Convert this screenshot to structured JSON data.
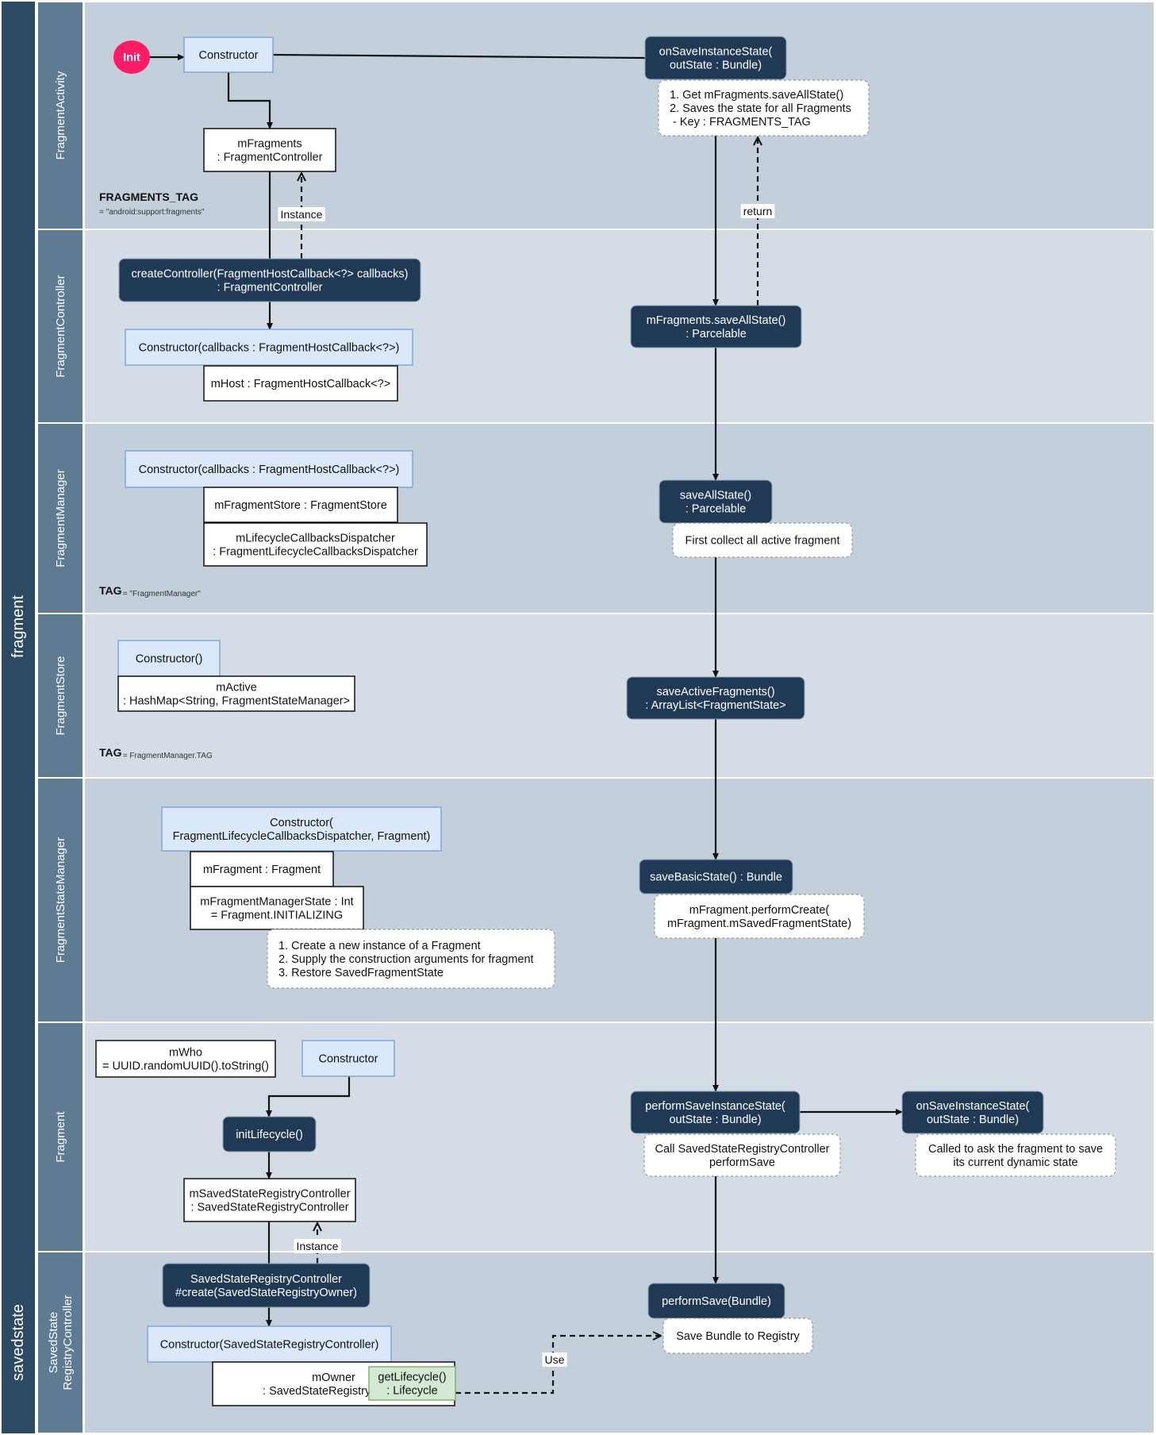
{
  "groups": [
    {
      "id": "fragment",
      "label": "fragment"
    },
    {
      "id": "savedstate",
      "label": "savedstate"
    }
  ],
  "lanes": [
    {
      "id": "fa",
      "label": [
        "FragmentActivity"
      ]
    },
    {
      "id": "fc",
      "label": [
        "FragmentController"
      ]
    },
    {
      "id": "fm",
      "label": [
        "FragmentManager"
      ]
    },
    {
      "id": "fs",
      "label": [
        "FragmentStore"
      ]
    },
    {
      "id": "fsm",
      "label": [
        "FragmentStateManager"
      ]
    },
    {
      "id": "fr",
      "label": [
        "Fragment"
      ]
    },
    {
      "id": "ssrc",
      "label": [
        "SavedState",
        "RegistryController"
      ]
    }
  ],
  "tags": [
    {
      "id": "tag-fa",
      "name": "FRAGMENTS_TAG",
      "value": "= \"android:support:fragments\""
    },
    {
      "id": "tag-fm",
      "name": "TAG",
      "value": "= \"FragmentManager\""
    },
    {
      "id": "tag-fs",
      "name": "TAG",
      "value": "= FragmentManager.TAG"
    }
  ],
  "nodes": [
    {
      "id": "init",
      "style": "init",
      "lines": [
        "Init"
      ]
    },
    {
      "id": "fa-ctor",
      "style": "ctor",
      "lines": [
        "Constructor"
      ]
    },
    {
      "id": "fa-mfragments",
      "style": "field",
      "lines": [
        "mFragments",
        ": FragmentController"
      ]
    },
    {
      "id": "fa-onsave",
      "style": "method",
      "lines": [
        "onSaveInstanceState(",
        "outState : Bundle)"
      ]
    },
    {
      "id": "fa-note",
      "style": "note",
      "align": "start",
      "lines": [
        "1. Get mFragments.saveAllState()",
        "2. Saves the state for all Fragments",
        "    - Key : FRAGMENTS_TAG"
      ]
    },
    {
      "id": "fc-create",
      "style": "method",
      "lines": [
        "createController(FragmentHostCallback<?> callbacks)",
        ": FragmentController"
      ]
    },
    {
      "id": "fc-ctor",
      "style": "ctor",
      "lines": [
        "Constructor(callbacks : FragmentHostCallback<?>)"
      ]
    },
    {
      "id": "fc-mhost",
      "style": "field",
      "lines": [
        "mHost : FragmentHostCallback<?>"
      ]
    },
    {
      "id": "fc-saveall",
      "style": "method",
      "lines": [
        "mFragments.saveAllState()",
        ": Parcelable"
      ]
    },
    {
      "id": "fm-ctor",
      "style": "ctor",
      "lines": [
        "Constructor(callbacks : FragmentHostCallback<?>)"
      ]
    },
    {
      "id": "fm-store",
      "style": "field",
      "lines": [
        "mFragmentStore : FragmentStore"
      ]
    },
    {
      "id": "fm-dispatcher",
      "style": "field",
      "lines": [
        "mLifecycleCallbacksDispatcher",
        ": FragmentLifecycleCallbacksDispatcher"
      ]
    },
    {
      "id": "fm-saveall",
      "style": "method",
      "lines": [
        "saveAllState()",
        ": Parcelable"
      ]
    },
    {
      "id": "fm-note",
      "style": "note",
      "lines": [
        "First collect all active fragment"
      ]
    },
    {
      "id": "fs-ctor",
      "style": "ctor",
      "lines": [
        "Constructor()"
      ]
    },
    {
      "id": "fs-mactive",
      "style": "field",
      "lines": [
        "mActive",
        ": HashMap<String, FragmentStateManager>"
      ]
    },
    {
      "id": "fs-saveactive",
      "style": "method",
      "lines": [
        "saveActiveFragments()",
        ": ArrayList<FragmentState>"
      ]
    },
    {
      "id": "fsm-ctor",
      "style": "ctor",
      "lines": [
        "Constructor(",
        "FragmentLifecycleCallbacksDispatcher, Fragment)"
      ]
    },
    {
      "id": "fsm-mfragment",
      "style": "field",
      "lines": [
        "mFragment : Fragment"
      ]
    },
    {
      "id": "fsm-state",
      "style": "field",
      "lines": [
        "mFragmentManagerState : Int",
        "= Fragment.INITIALIZING"
      ]
    },
    {
      "id": "fsm-note",
      "style": "note",
      "align": "start",
      "lines": [
        "1. Create a new instance of a Fragment",
        "2. Supply the construction arguments for fragment",
        "3. Restore SavedFragmentState"
      ]
    },
    {
      "id": "fsm-savebasic",
      "style": "method",
      "lines": [
        "saveBasicState() : Bundle"
      ]
    },
    {
      "id": "fsm-note2",
      "style": "note",
      "lines": [
        "mFragment.performCreate(",
        "mFragment.mSavedFragmentState)"
      ]
    },
    {
      "id": "fr-mwho",
      "style": "field",
      "lines": [
        "mWho",
        "= UUID.randomUUID().toString()"
      ]
    },
    {
      "id": "fr-ctor",
      "style": "ctor",
      "lines": [
        "Constructor"
      ]
    },
    {
      "id": "fr-initlifecycle",
      "style": "method",
      "lines": [
        "initLifecycle()"
      ]
    },
    {
      "id": "fr-ssrc",
      "style": "field",
      "lines": [
        "mSavedStateRegistryController",
        ": SavedStateRegistryController"
      ]
    },
    {
      "id": "fr-performsave",
      "style": "method",
      "lines": [
        "performSaveInstanceState(",
        "outState : Bundle)"
      ]
    },
    {
      "id": "fr-note",
      "style": "note",
      "lines": [
        "Call SavedStateRegistryController",
        "performSave"
      ]
    },
    {
      "id": "fr-onsave",
      "style": "method",
      "lines": [
        "onSaveInstanceState(",
        "outState : Bundle)"
      ]
    },
    {
      "id": "fr-note2",
      "style": "note",
      "lines": [
        "Called to ask the fragment to save",
        "its current dynamic state"
      ]
    },
    {
      "id": "ss-create",
      "style": "method",
      "lines": [
        "SavedStateRegistryController",
        "#create(SavedStateRegistryOwner)"
      ]
    },
    {
      "id": "ss-ctor",
      "style": "ctor",
      "lines": [
        "Constructor(SavedStateRegistryController)"
      ]
    },
    {
      "id": "ss-mowner",
      "style": "field",
      "lines": [
        "mOwner",
        ": SavedStateRegistryOwner"
      ]
    },
    {
      "id": "ss-getlifecycle",
      "style": "green",
      "lines": [
        "getLifecycle()",
        ": Lifecycle"
      ]
    },
    {
      "id": "ss-performsave",
      "style": "method",
      "lines": [
        "performSave(Bundle)"
      ]
    },
    {
      "id": "ss-note",
      "style": "note",
      "lines": [
        "Save Bundle to Registry"
      ]
    }
  ],
  "edge_labels": [
    {
      "id": "lbl-instance-1",
      "text": "Instance"
    },
    {
      "id": "lbl-return",
      "text": "return"
    },
    {
      "id": "lbl-instance-2",
      "text": "Instance"
    },
    {
      "id": "lbl-use",
      "text": "Use"
    }
  ],
  "colors": {
    "group_band": "#2d4a63",
    "lane_header": "#5f7b94",
    "lane_bg_a": "#c3cfda",
    "lane_bg_b": "#d4dde6",
    "method_fill": "#203a55",
    "ctor_fill": "#dbe8fa",
    "ctor_stroke": "#7ea6e0",
    "field_fill": "#ffffff",
    "note_fill": "#ffffff",
    "green_fill": "#d5e8d4",
    "green_stroke": "#82b366",
    "init_fill": "#ff1a66",
    "edge": "#111111"
  }
}
